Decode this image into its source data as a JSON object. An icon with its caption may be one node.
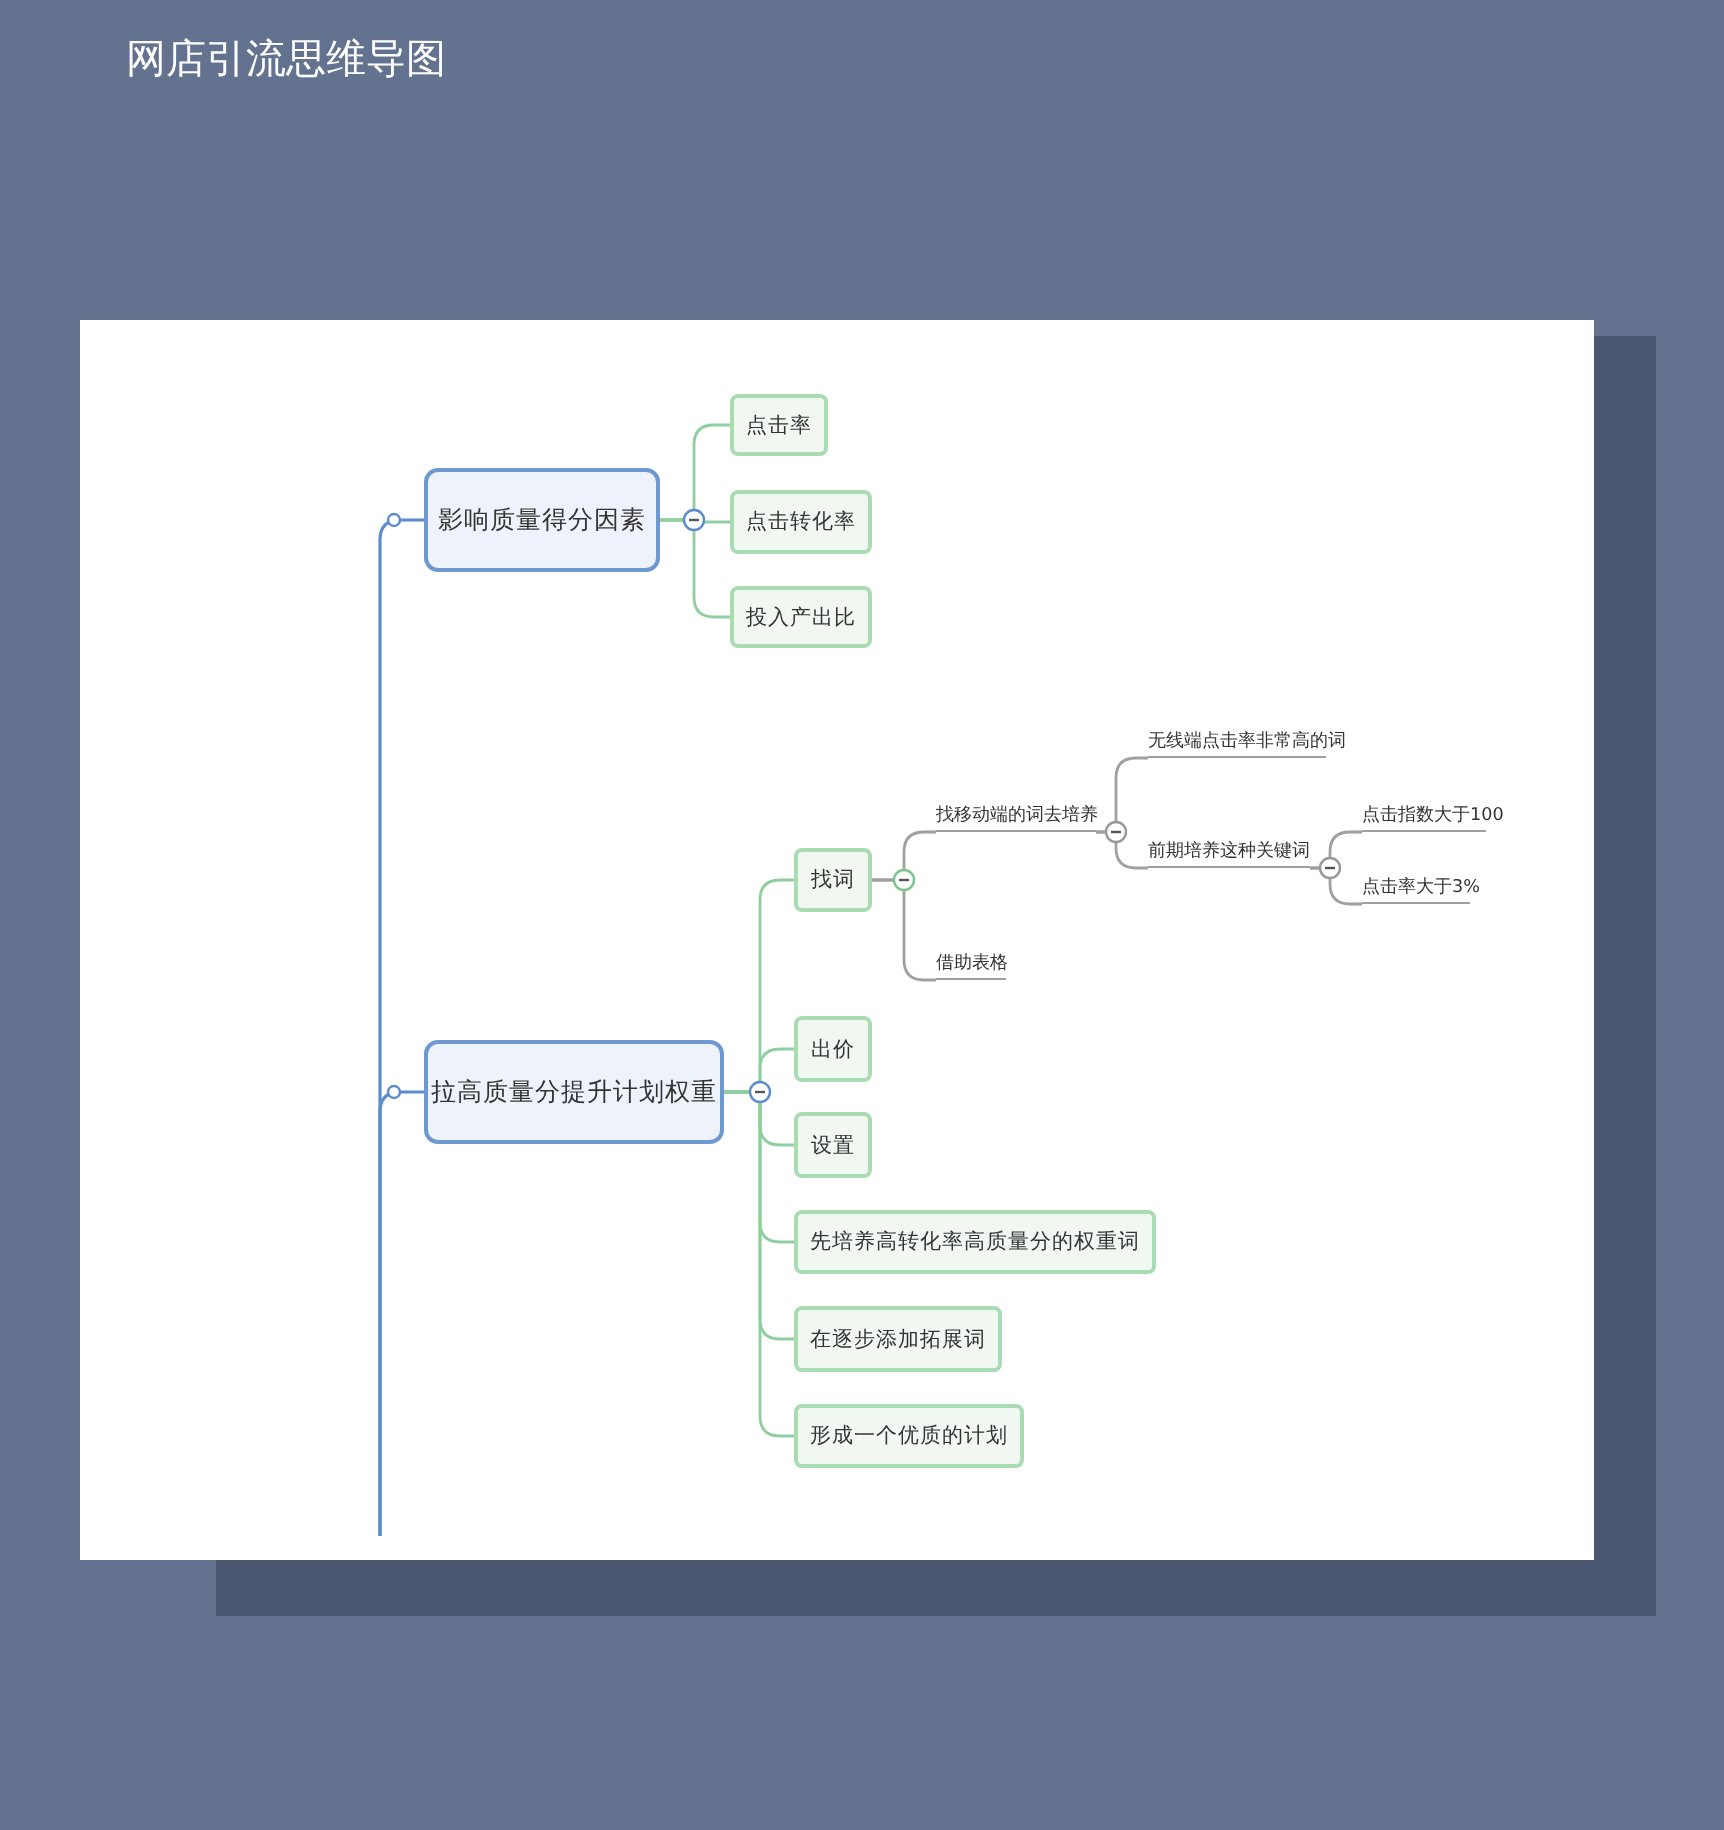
{
  "diagram": {
    "title": "网店引流思维导图",
    "nodes": [
      {
        "text": [
          "影响质量得分因素"
        ]
      },
      {
        "text": [
          "点击率"
        ]
      },
      {
        "text": [
          "点击转化率"
        ]
      },
      {
        "text": [
          "投入产出比"
        ]
      },
      {
        "text": [
          "拉高质量分提升计划权重"
        ]
      },
      {
        "text": [
          "找词"
        ]
      },
      {
        "text": [
          "找移动端的词去培养"
        ]
      },
      {
        "text": [
          "无线端点击率非常高的词"
        ]
      },
      {
        "text": [
          "前期培养这种关键词"
        ]
      },
      {
        "text": [
          "点击指数大于100"
        ]
      },
      {
        "text": [
          "点击率大于3%"
        ]
      },
      {
        "text": [
          "借助表格"
        ]
      },
      {
        "text": [
          "出价"
        ]
      },
      {
        "text": [
          "设置"
        ]
      },
      {
        "text": [
          "先培养高转化率高质量分的权重词"
        ]
      },
      {
        "text": [
          "在逐步添加拓展词"
        ]
      },
      {
        "text": [
          "形成一个优质的计划"
        ]
      }
    ],
    "edges": [
      {
        "from": null,
        "to": 0,
        "arrow": "none",
        "color": "#5b8ccc"
      },
      {
        "from": null,
        "to": 4,
        "arrow": "none",
        "color": "#5b8ccc"
      },
      {
        "from": 0,
        "to": 1,
        "arrow": "none"
      },
      {
        "from": 0,
        "to": 2,
        "arrow": "none"
      },
      {
        "from": 0,
        "to": 3,
        "arrow": "none"
      },
      {
        "from": 4,
        "to": 5,
        "arrow": "none"
      },
      {
        "from": 5,
        "to": 6,
        "arrow": "none",
        "color": "#a0a0a0"
      },
      {
        "from": 6,
        "to": 7,
        "arrow": "none",
        "color": "#a0a0a0"
      },
      {
        "from": 6,
        "to": 8,
        "arrow": "none",
        "color": "#a0a0a0"
      },
      {
        "from": 8,
        "to": 9,
        "arrow": "none",
        "color": "#a0a0a0"
      },
      {
        "from": 8,
        "to": 10,
        "arrow": "none",
        "color": "#a0a0a0"
      },
      {
        "from": 5,
        "to": 11,
        "arrow": "none",
        "color": "#a0a0a0"
      },
      {
        "from": 4,
        "to": 12,
        "arrow": "none"
      },
      {
        "from": 4,
        "to": 13,
        "arrow": "none"
      },
      {
        "from": 4,
        "to": 14,
        "arrow": "none"
      },
      {
        "from": 4,
        "to": 15,
        "arrow": "none"
      },
      {
        "from": 4,
        "to": 16,
        "arrow": "none"
      }
    ]
  }
}
